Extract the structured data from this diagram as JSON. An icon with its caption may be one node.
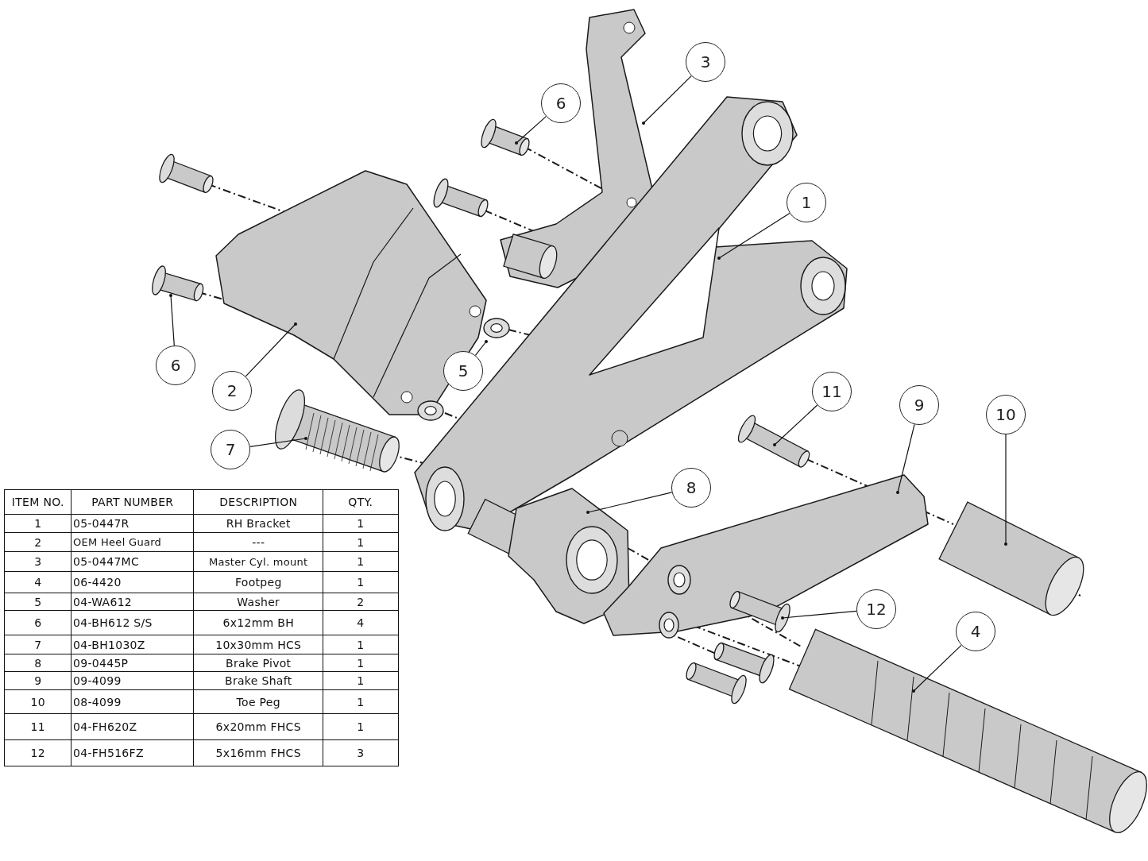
{
  "diagram": {
    "nodes": [
      {
        "text": [
          "3"
        ]
      },
      {
        "text": [
          "6"
        ]
      },
      {
        "text": [
          "1"
        ]
      },
      {
        "text": [
          "6"
        ]
      },
      {
        "text": [
          "5"
        ]
      },
      {
        "text": [
          "2"
        ]
      },
      {
        "text": [
          "11"
        ]
      },
      {
        "text": [
          "9"
        ]
      },
      {
        "text": [
          "10"
        ]
      },
      {
        "text": [
          "7"
        ]
      },
      {
        "text": [
          "8"
        ]
      },
      {
        "text": [
          "12"
        ]
      },
      {
        "text": [
          "4"
        ]
      }
    ],
    "edges": [
      {
        "from": 0,
        "to": null,
        "arrow": "other"
      },
      {
        "from": 1,
        "to": null,
        "arrow": "other"
      },
      {
        "from": 2,
        "to": null,
        "arrow": "other"
      },
      {
        "from": 3,
        "to": null,
        "arrow": "other"
      },
      {
        "from": 4,
        "to": null,
        "arrow": "other"
      },
      {
        "from": 5,
        "to": null,
        "arrow": "other"
      },
      {
        "from": 6,
        "to": null,
        "arrow": "other"
      },
      {
        "from": 7,
        "to": null,
        "arrow": "other"
      },
      {
        "from": 8,
        "to": null,
        "arrow": "other"
      },
      {
        "from": 9,
        "to": null,
        "arrow": "other"
      },
      {
        "from": 10,
        "to": null,
        "arrow": "other"
      },
      {
        "from": 11,
        "to": null,
        "arrow": "other"
      },
      {
        "from": 12,
        "to": null,
        "arrow": "other"
      }
    ],
    "labels": [
      "ITEM NO.",
      "PART NUMBER",
      "DESCRIPTION",
      "QTY.",
      "1",
      "05-0447R",
      "RH Bracket",
      "1",
      "2",
      "OEM Heel Guard",
      "---",
      "1",
      "3",
      "05-0447MC",
      "Master Cyl. mount",
      "1",
      "4",
      "06-4420",
      "Footpeg",
      "1",
      "5",
      "04-WA612",
      "Washer",
      "2",
      "6",
      "04-BH612 S/S",
      "6x12mm BH",
      "4",
      "7",
      "04-BH1030Z",
      "10x30mm HCS",
      "1",
      "8",
      "09-0445P",
      "Brake Pivot",
      "1",
      "9",
      "09-4099",
      "Brake Shaft",
      "1",
      "10",
      "08-4099",
      "Toe Peg",
      "1",
      "11",
      "04-FH620Z",
      "6x20mm FHCS",
      "1",
      "12",
      "04-FH516FZ",
      "5x16mm FHCS",
      "3"
    ]
  }
}
